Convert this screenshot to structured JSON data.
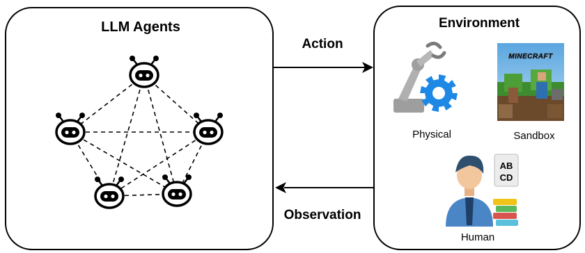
{
  "left_panel": {
    "title": "LLM Agents",
    "agent_count": 5
  },
  "right_panel": {
    "title": "Environment",
    "items": {
      "physical": {
        "label": "Physical",
        "icon": "robot-arm-gear-icon"
      },
      "sandbox": {
        "label": "Sandbox",
        "icon": "minecraft-logo-image",
        "logo_text": "MINECRAFT"
      },
      "human": {
        "label": "Human",
        "icon": "teacher-with-books-icon",
        "board_text": [
          "AB",
          "CD"
        ]
      }
    }
  },
  "arrows": {
    "action": "Action",
    "observation": "Observation"
  },
  "colors": {
    "stroke": "#000000",
    "gear": "#1e88e5",
    "arm": "#b0b0b0",
    "shirt": "#4a86c5",
    "hair": "#2f4f6f",
    "skin": "#f3c79d",
    "sky": "#74b9ea",
    "grass": "#3d8c2f"
  }
}
